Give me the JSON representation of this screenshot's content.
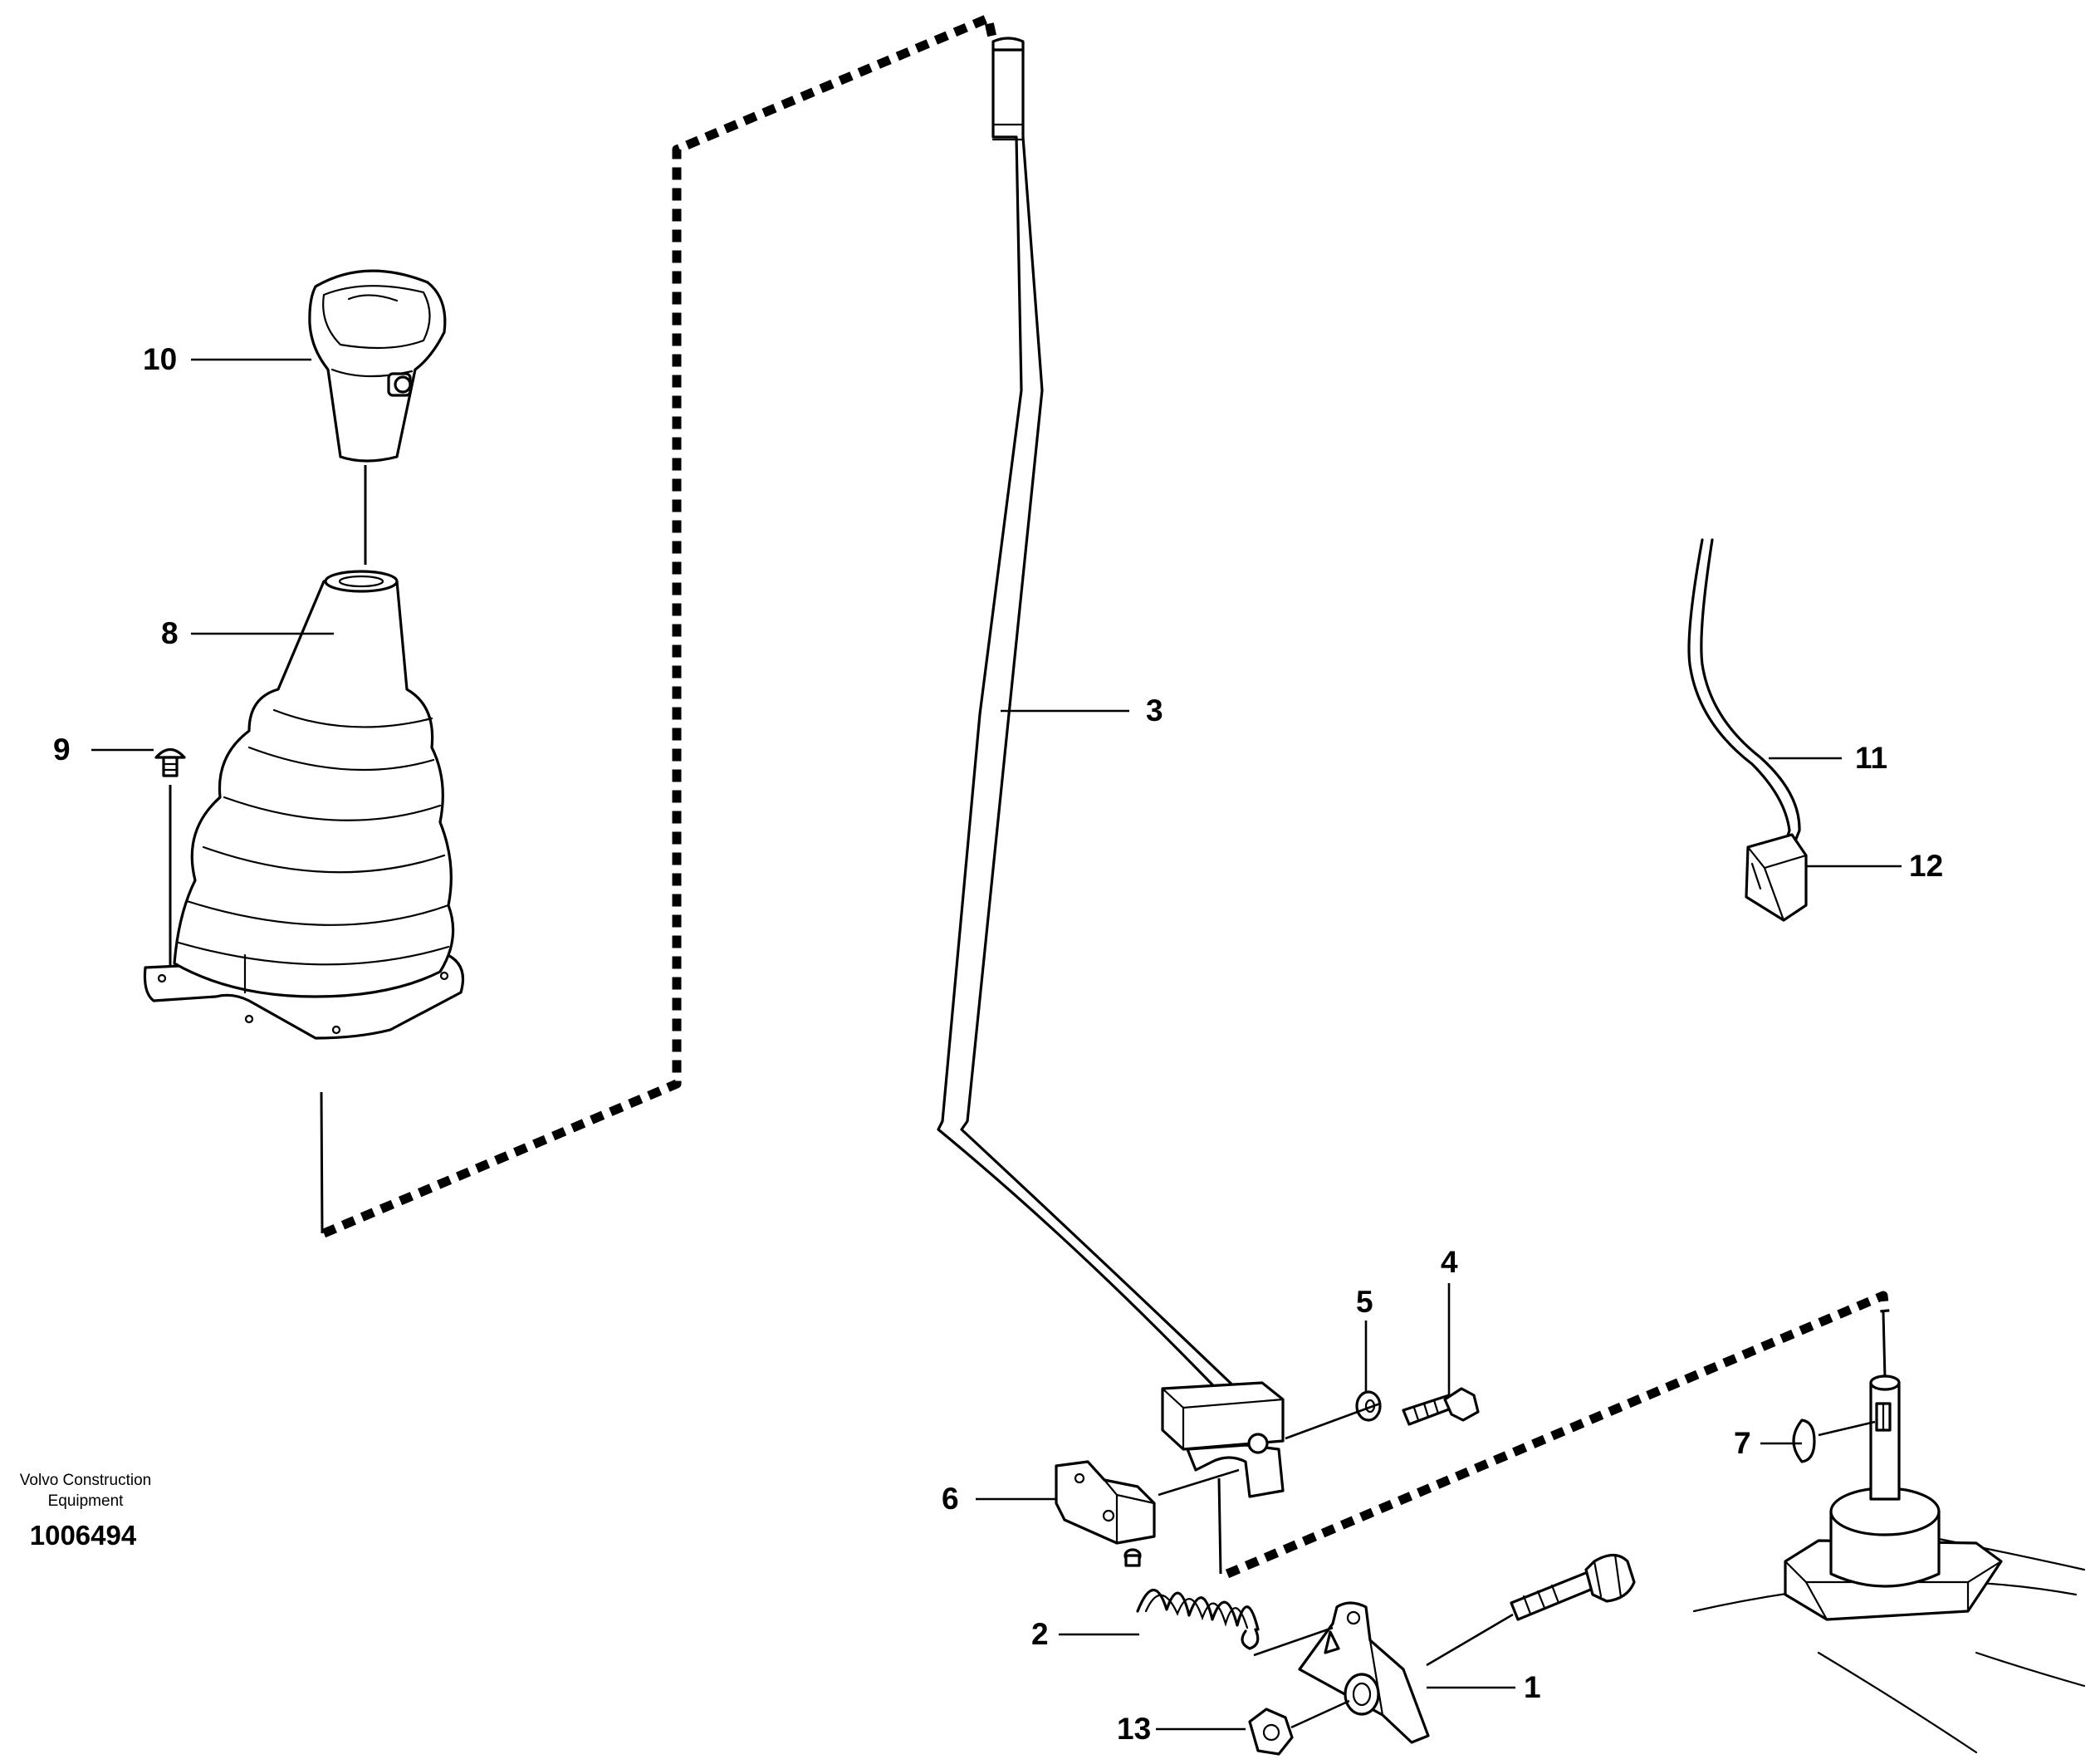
{
  "callouts": {
    "c1": "1",
    "c2": "2",
    "c3": "3",
    "c4": "4",
    "c5": "5",
    "c6": "6",
    "c7": "7",
    "c8": "8",
    "c9": "9",
    "c10": "10",
    "c11": "11",
    "c12": "12",
    "c13": "13"
  },
  "credit": {
    "line1": "Volvo Construction",
    "line2": "Equipment",
    "doc_number": "1006494"
  }
}
